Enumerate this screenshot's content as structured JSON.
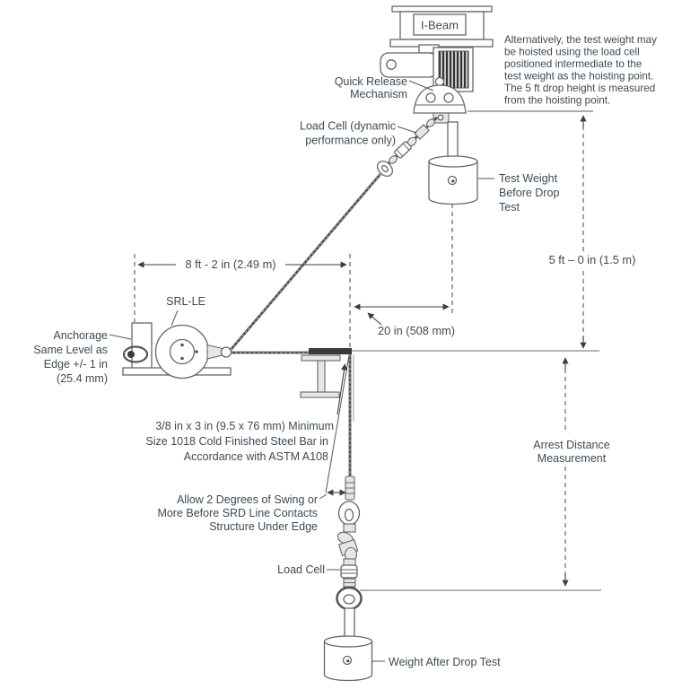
{
  "note": {
    "line1": "Alternatively, the test weight may",
    "line2": "be hoisted using the load cell",
    "line3": "positioned intermediate to the",
    "line4": "test weight as the hoisting point.",
    "line5": "The 5 ft drop height is measured",
    "line6": "from the hoisting point."
  },
  "labels": {
    "i_beam": "I-Beam",
    "quick_release_line1": "Quick Release",
    "quick_release_line2": "Mechanism",
    "load_cell_dynamic_line1": "Load Cell (dynamic",
    "load_cell_dynamic_line2": "performance only)",
    "test_weight_line1": "Test Weight",
    "test_weight_line2": "Before Drop",
    "test_weight_line3": "Test",
    "srl_le": "SRL-LE",
    "anchorage_line1": "Anchorage",
    "anchorage_line2": "Same Level as",
    "anchorage_line3": "Edge +/- 1 in",
    "anchorage_line4": "(25.4 mm)",
    "steel_bar_line1": "3/8 in x 3 in (9.5 x 76 mm) Minimum",
    "steel_bar_line2": "Size 1018 Cold Finished Steel Bar in",
    "steel_bar_line3": "Accordance with ASTM A108",
    "swing_line1": "Allow 2 Degrees of Swing or",
    "swing_line2": "More Before SRD Line Contacts",
    "swing_line3": "Structure Under Edge",
    "load_cell_bottom": "Load Cell",
    "weight_after": "Weight After Drop Test",
    "arrest_line1": "Arrest Distance",
    "arrest_line2": "Measurement"
  },
  "dimensions": {
    "anchor_to_edge": "8 ft - 2 in (2.49 m)",
    "weight_past_edge": "20 in (508 mm)",
    "drop_height": "5 ft – 0 in (1.5 m)"
  },
  "colors": {
    "text": "#3d4a55",
    "line": "#555555",
    "steel_bar": "#3a3a3a"
  }
}
